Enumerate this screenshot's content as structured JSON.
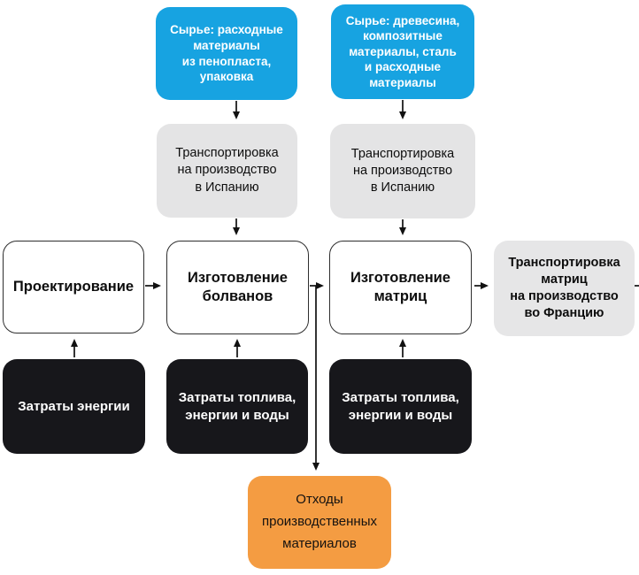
{
  "diagram_type": "production-lifecycle-flowchart",
  "colors": {
    "raw_material_blue": "#17a3e1",
    "transport_gray": "#e4e4e5",
    "process_white": "#ffffff",
    "process_border": "#2e2e2e",
    "input_black": "#17171b",
    "waste_orange": "#f49c42",
    "arrow": "#111111"
  },
  "nodes": {
    "raw_foam": {
      "label": "Сырье: расходные\nматериалы\nиз пенопласта,\nупаковка"
    },
    "raw_wood": {
      "label": "Сырье: древесина,\nкомпозитные\nматериалы, сталь\nи расходные\nматериалы"
    },
    "tr_spain_1": {
      "label": "Транспортировка\nна производство\nв Испанию"
    },
    "tr_spain_2": {
      "label": "Транспортировка\nна производство\nв Испанию"
    },
    "design": {
      "label": "Проектирование"
    },
    "blanks": {
      "label": "Изготовление\nболванов"
    },
    "matrices": {
      "label": "Изготовление\nматриц"
    },
    "tr_france": {
      "label": "Транспортировка\nматриц\nна производство\nво Францию"
    },
    "energy": {
      "label": "Затраты энергии"
    },
    "fuel_1": {
      "label": "Затраты топлива,\nэнергии и воды"
    },
    "fuel_2": {
      "label": "Затраты топлива,\nэнергии и воды"
    },
    "waste": {
      "label": "Отходы\nпроизводственных\nматериалов"
    }
  },
  "edges": [
    {
      "from": "raw_foam",
      "to": "tr_spain_1",
      "direction": "down"
    },
    {
      "from": "raw_wood",
      "to": "tr_spain_2",
      "direction": "down"
    },
    {
      "from": "tr_spain_1",
      "to": "blanks",
      "direction": "down"
    },
    {
      "from": "tr_spain_2",
      "to": "matrices",
      "direction": "down"
    },
    {
      "from": "design",
      "to": "blanks",
      "direction": "right"
    },
    {
      "from": "blanks",
      "to": "matrices",
      "direction": "right"
    },
    {
      "from": "blanks",
      "to": "waste",
      "direction": "down-branch"
    },
    {
      "from": "energy",
      "to": "design",
      "direction": "up"
    },
    {
      "from": "fuel_1",
      "to": "blanks",
      "direction": "up"
    },
    {
      "from": "fuel_2",
      "to": "matrices",
      "direction": "up"
    },
    {
      "from": "matrices",
      "to": "tr_france",
      "direction": "right"
    },
    {
      "from": "tr_france",
      "to": "offscreen-right",
      "direction": "right"
    }
  ]
}
